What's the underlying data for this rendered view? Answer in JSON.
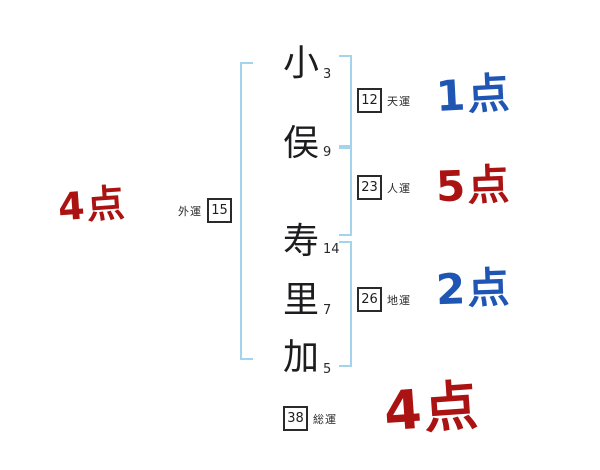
{
  "name_column": {
    "chars": [
      {
        "char": "小",
        "strokes": "3"
      },
      {
        "char": "俣",
        "strokes": "9"
      },
      {
        "char": "寿",
        "strokes": "14"
      },
      {
        "char": "里",
        "strokes": "7"
      },
      {
        "char": "加",
        "strokes": "5"
      }
    ]
  },
  "fortunes": {
    "tenun": {
      "label": "天運",
      "value": "12",
      "score": "1点",
      "score_color": "blue"
    },
    "jinun": {
      "label": "人運",
      "value": "23",
      "score": "5点",
      "score_color": "red"
    },
    "chiun": {
      "label": "地運",
      "value": "26",
      "score": "2点",
      "score_color": "blue"
    },
    "gaiun": {
      "label": "外運",
      "value": "15",
      "score": "4点",
      "score_color": "red"
    },
    "souun": {
      "label": "総運",
      "value": "38",
      "score": "4点",
      "score_color": "red"
    }
  },
  "colors": {
    "score_blue": "#2056b3",
    "score_red": "#ab1212",
    "bracket_blue": "#a4d4ec",
    "ink": "#1d1d1f"
  }
}
